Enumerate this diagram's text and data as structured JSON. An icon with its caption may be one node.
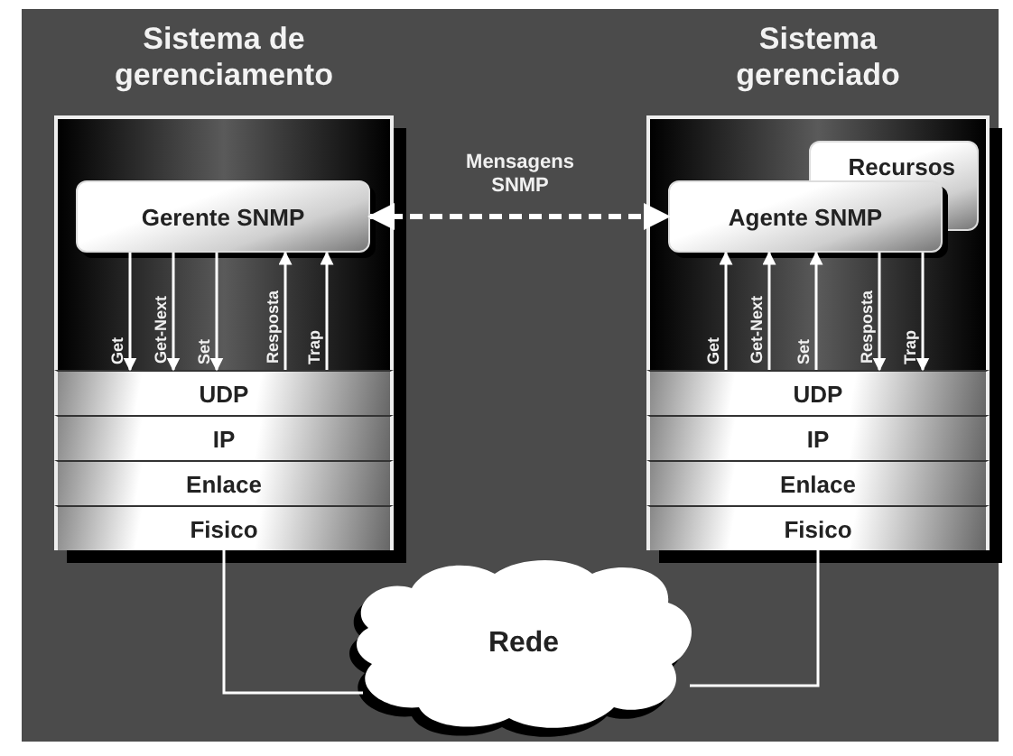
{
  "diagram": {
    "nodes": [
      {
        "text": [
          "Sistema de gerenciamento"
        ]
      },
      {
        "text": [
          "Gerente SNMP"
        ],
        "in": 0
      },
      {
        "text": [
          "UDP"
        ],
        "in": 0
      },
      {
        "text": [
          "IP"
        ],
        "in": 0
      },
      {
        "text": [
          "Enlace"
        ],
        "in": 0
      },
      {
        "text": [
          "Fisico"
        ],
        "in": 0
      },
      {
        "text": [
          "Sistema gerenciado"
        ]
      },
      {
        "text": [
          "Recursos"
        ],
        "in": 6
      },
      {
        "text": [
          "Agente SNMP"
        ],
        "in": 6
      },
      {
        "text": [
          "UDP"
        ],
        "in": 6
      },
      {
        "text": [
          "IP"
        ],
        "in": 6
      },
      {
        "text": [
          "Enlace"
        ],
        "in": 6
      },
      {
        "text": [
          "Fisico"
        ],
        "in": 6
      },
      {
        "text": [
          "Rede"
        ]
      }
    ],
    "edges": [
      {
        "from": 1,
        "to": 8,
        "arrow": "both",
        "style": "dashed",
        "label": "Mensagens SNMP"
      },
      {
        "from": 1,
        "to": 2,
        "arrow": "to",
        "label": "Get"
      },
      {
        "from": 1,
        "to": 2,
        "arrow": "to",
        "label": "Get-Next"
      },
      {
        "from": 1,
        "to": 2,
        "arrow": "to",
        "label": "Set"
      },
      {
        "from": 2,
        "to": 1,
        "arrow": "to",
        "label": "Resposta"
      },
      {
        "from": 2,
        "to": 1,
        "arrow": "to",
        "label": "Trap"
      },
      {
        "from": 9,
        "to": 8,
        "arrow": "to",
        "label": "Get"
      },
      {
        "from": 9,
        "to": 8,
        "arrow": "to",
        "label": "Get-Next"
      },
      {
        "from": 9,
        "to": 8,
        "arrow": "to",
        "label": "Set"
      },
      {
        "from": 8,
        "to": 9,
        "arrow": "to",
        "label": "Resposta"
      },
      {
        "from": 8,
        "to": 9,
        "arrow": "to",
        "label": "Trap"
      },
      {
        "from": 5,
        "to": 13,
        "arrow": "none"
      },
      {
        "from": 12,
        "to": 13,
        "arrow": "none"
      }
    ]
  }
}
